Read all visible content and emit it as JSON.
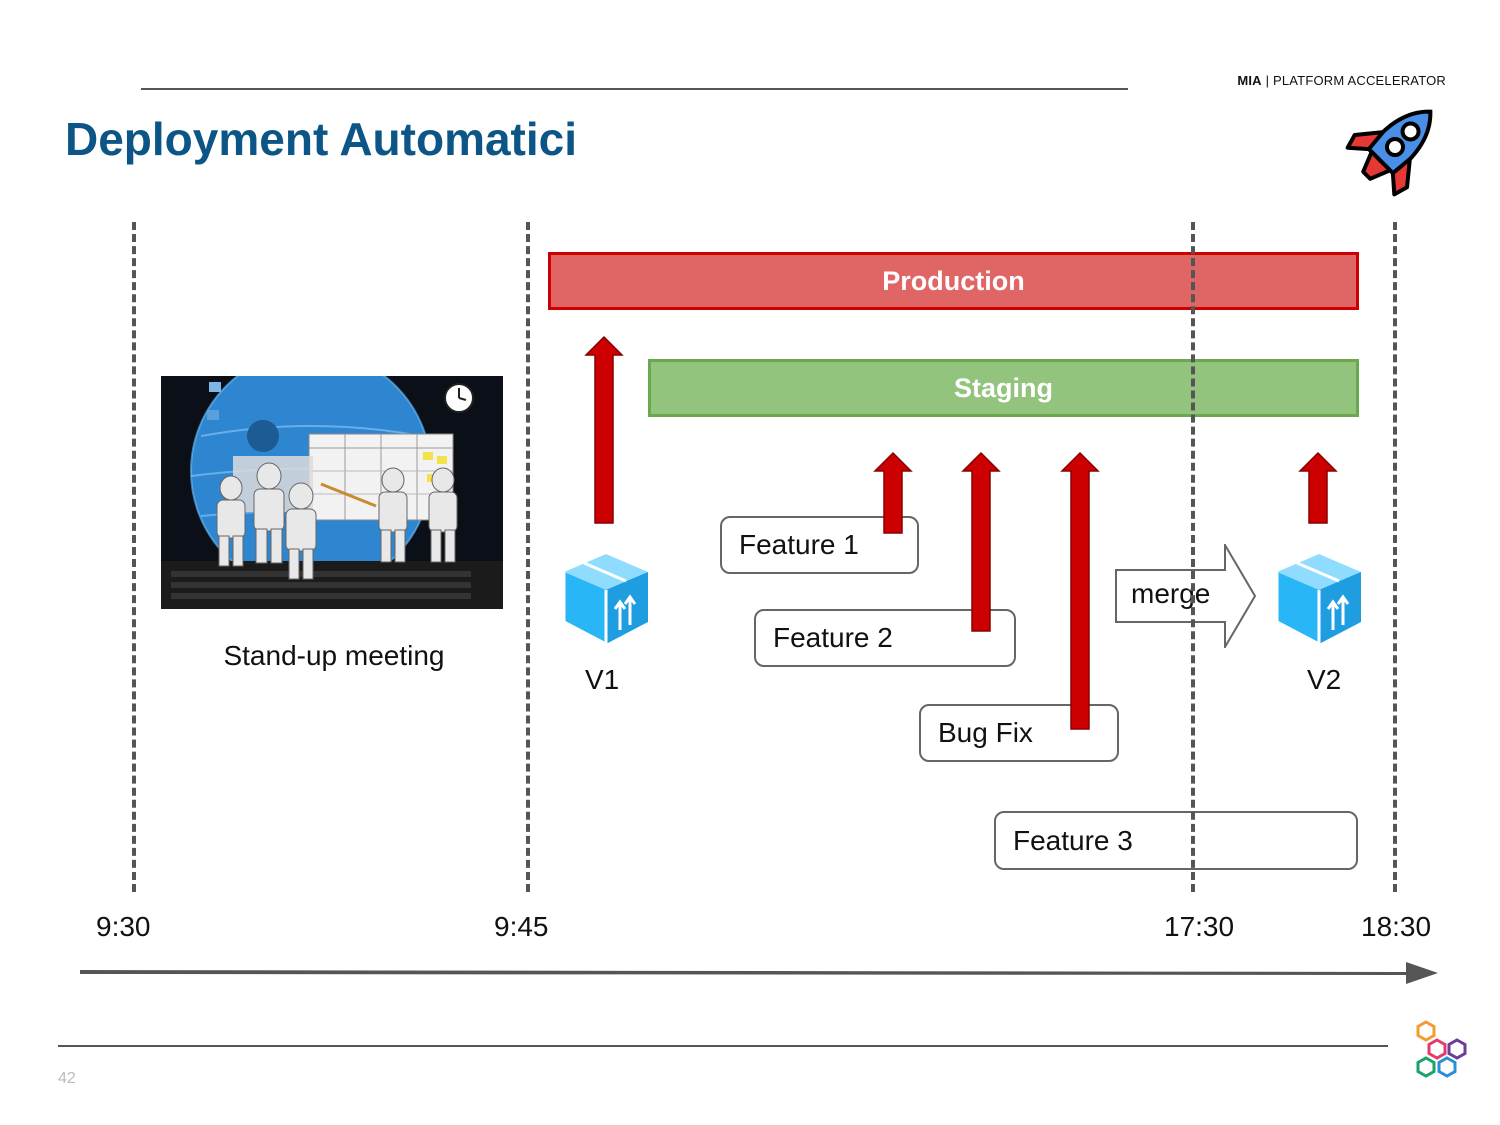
{
  "header": {
    "brand_bold": "MIA",
    "brand_rest": " | PLATFORM ACCELERATOR",
    "title": "Deployment Automatici"
  },
  "environments": {
    "production": "Production",
    "staging": "Staging"
  },
  "standup": {
    "caption": "Stand-up meeting"
  },
  "features": {
    "f1": "Feature 1",
    "f2": "Feature 2",
    "bugfix": "Bug Fix",
    "f3": "Feature 3"
  },
  "versions": {
    "v1": "V1",
    "v2": "V2"
  },
  "merge_label": "merge",
  "timeline": {
    "t1": "9:30",
    "t2": "9:45",
    "t3": "17:30",
    "t4": "18:30"
  },
  "footer": {
    "page_number": "42"
  },
  "colors": {
    "title": "#0c5687",
    "production_fill": "#e06666",
    "production_border": "#cc0000",
    "staging_fill": "#93c47d",
    "staging_border": "#6aa84f",
    "arrow": "#cc0000",
    "package": "#29b6f6"
  }
}
